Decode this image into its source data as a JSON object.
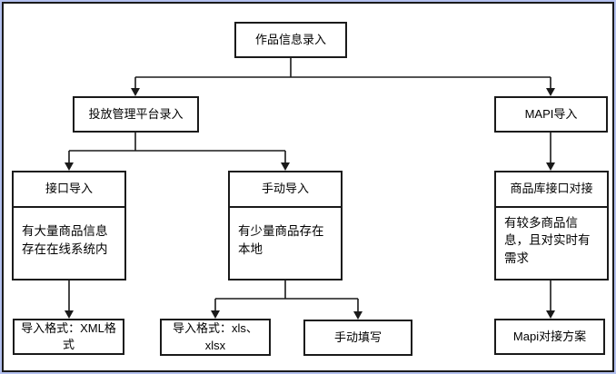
{
  "frame": {
    "outer_border_color": "#b4c1ef",
    "inner_border_color": "#1a1a1a",
    "background_color": "#ffffff",
    "line_color": "#1a1a1a"
  },
  "diagram": {
    "type": "flowchart",
    "nodes": {
      "root": {
        "label": "作品信息录入"
      },
      "platform_entry": {
        "label": "投放管理平台录入"
      },
      "mapi_import": {
        "label": "MAPI导入"
      },
      "interface_import": {
        "title": "接口导入",
        "description": "有大量商品信息存在在线系统内"
      },
      "manual_import": {
        "title": "手动导入",
        "description": "有少量商品存在本地"
      },
      "product_lib_interface": {
        "title": "商品库接口对接",
        "description": "有较多商品信息，且对实时有需求"
      },
      "xml_format": {
        "label": "导入格式：XML格式"
      },
      "xls_format": {
        "label": "导入格式：xls、xlsx"
      },
      "manual_fill": {
        "label": "手动填写"
      },
      "mapi_plan": {
        "label": "Mapi对接方案"
      }
    },
    "edges": [
      {
        "from": "root",
        "to": "platform_entry"
      },
      {
        "from": "root",
        "to": "mapi_import"
      },
      {
        "from": "platform_entry",
        "to": "interface_import"
      },
      {
        "from": "platform_entry",
        "to": "manual_import"
      },
      {
        "from": "mapi_import",
        "to": "product_lib_interface"
      },
      {
        "from": "interface_import",
        "to": "xml_format"
      },
      {
        "from": "manual_import",
        "to": "xls_format"
      },
      {
        "from": "manual_import",
        "to": "manual_fill"
      },
      {
        "from": "product_lib_interface",
        "to": "mapi_plan"
      }
    ]
  }
}
